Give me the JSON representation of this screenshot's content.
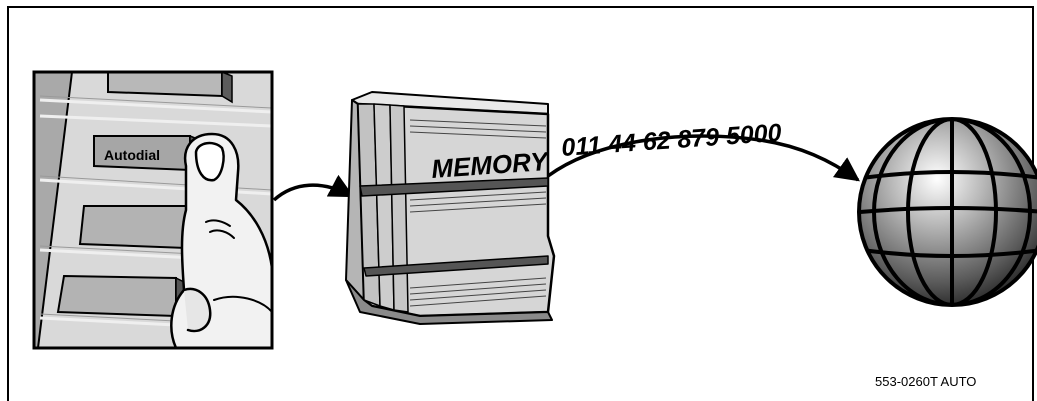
{
  "phone_panel": {
    "button_label": "Autodial"
  },
  "memory_unit": {
    "label": "MEMORY"
  },
  "dialed_number": "011 44 62 879 5000",
  "figure_id": "553-0260T AUTO"
}
